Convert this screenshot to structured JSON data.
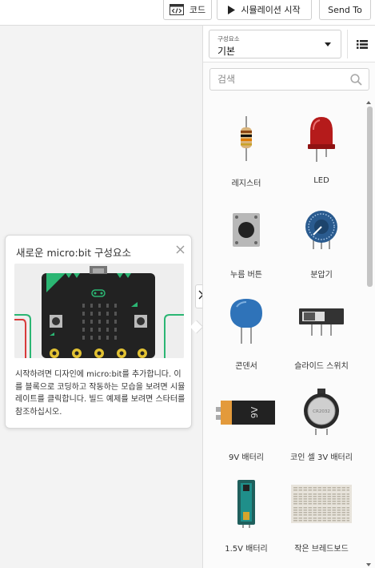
{
  "toolbar": {
    "code_label": "코드",
    "sim_label": "시뮬레이션 시작",
    "send_label": "Send To"
  },
  "panel": {
    "category_caption": "구성요소",
    "category_value": "기본",
    "search_placeholder": "검색",
    "components": [
      {
        "label": "레지스터",
        "icon": "resistor-icon"
      },
      {
        "label": "LED",
        "icon": "led-icon"
      },
      {
        "label": "누름 버튼",
        "icon": "pushbutton-icon"
      },
      {
        "label": "분압기",
        "icon": "potentiometer-icon"
      },
      {
        "label": "콘덴서",
        "icon": "capacitor-icon"
      },
      {
        "label": "슬라이드 스위치",
        "icon": "slide-switch-icon"
      },
      {
        "label": "9V 배터리",
        "icon": "battery-9v-icon"
      },
      {
        "label": "코인 셀 3V 배터리",
        "icon": "coin-cell-icon"
      },
      {
        "label": "1.5V 배터리",
        "icon": "battery-aa-icon"
      },
      {
        "label": "작은 브레드보드",
        "icon": "breadboard-icon"
      }
    ]
  },
  "popover": {
    "title": "새로운 micro:bit 구성요소",
    "body": "시작하려면 디자인에 micro:bit를 추가합니다. 이를 블록으로 코딩하고 작동하는 모습을 보려면 시뮬레이트를 클릭합니다. 빌드 예제를 보려면 스타터를 참조하십시오."
  },
  "graphics": {
    "battery_9v_text": "9V",
    "coin_cell_text": "CR2032"
  },
  "colors": {
    "microbit_board": "#222222",
    "microbit_accent": "#2bb673",
    "led_red": "#b51b1b",
    "capacitor_blue": "#2f73b9",
    "pot_blue": "#2a5b8f",
    "battery_orange": "#e39a3b",
    "battery_teal": "#1f8f8a"
  }
}
